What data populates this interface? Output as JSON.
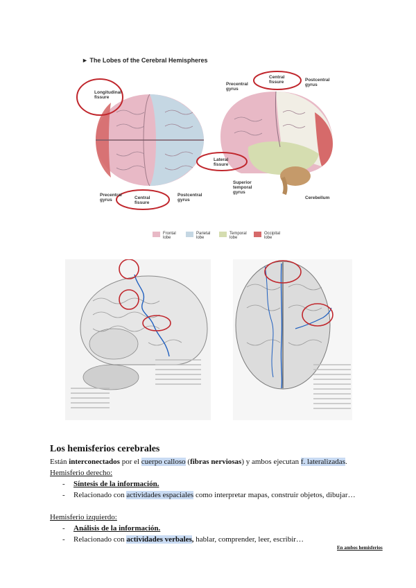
{
  "figure_top": {
    "title": "The Lobes of the Cerebral Hemispheres",
    "labels": {
      "longitudinal_fissure": "Longitudinal fissure",
      "precentral_gyrus_left": "Precentral gyrus",
      "central_fissure_left": "Central fissure",
      "postcentral_gyrus_left": "Postcentral gyrus",
      "precentral_gyrus_right": "Precentral gyrus",
      "central_fissure_right": "Central fissure",
      "postcentral_gyrus_right": "Postcentral gyrus",
      "lateral_fissure": "Lateral fissure",
      "superior_temporal_gyrus": "Superior temporal gyrus",
      "cerebellum": "Cerebellum"
    },
    "legend": [
      {
        "label": "Frontal lobe",
        "color": "#e8b9c6"
      },
      {
        "label": "Parietal lobe",
        "color": "#c5d7e3"
      },
      {
        "label": "Temporal lobe",
        "color": "#d5ddb0"
      },
      {
        "label": "Occipital lobe",
        "color": "#d66a6a"
      }
    ],
    "annotation_color": "#c0262c"
  },
  "section": {
    "heading": "Los hemisferios cerebrales",
    "line1": {
      "p1": "Están ",
      "p2": "interconectados",
      "p3": " por el ",
      "p4": "cuerpo calloso",
      "p5": " (",
      "p6": "fibras nerviosas",
      "p7": ") y ambos ejecutan ",
      "p8": "f. lateralizadas",
      "p9": "."
    },
    "right": {
      "title": "Hemisferio derecho:",
      "b1": "Síntesis de la información.",
      "b2_pre": "Relacionado con ",
      "b2_hl": "actividades espaciales",
      "b2_post": " como interpretar mapas, construir objetos, dibujar…"
    },
    "left": {
      "title": "Hemisferio izquierdo:",
      "b1": "Análisis de la información.",
      "b2_pre": "Relacionado con ",
      "b2_hl": "actividades verbales",
      "b2_comma": ",",
      "b2_post": " hablar, comprender, leer, escribir…"
    },
    "dash": "-",
    "footer": "En ambos hemisferios"
  }
}
